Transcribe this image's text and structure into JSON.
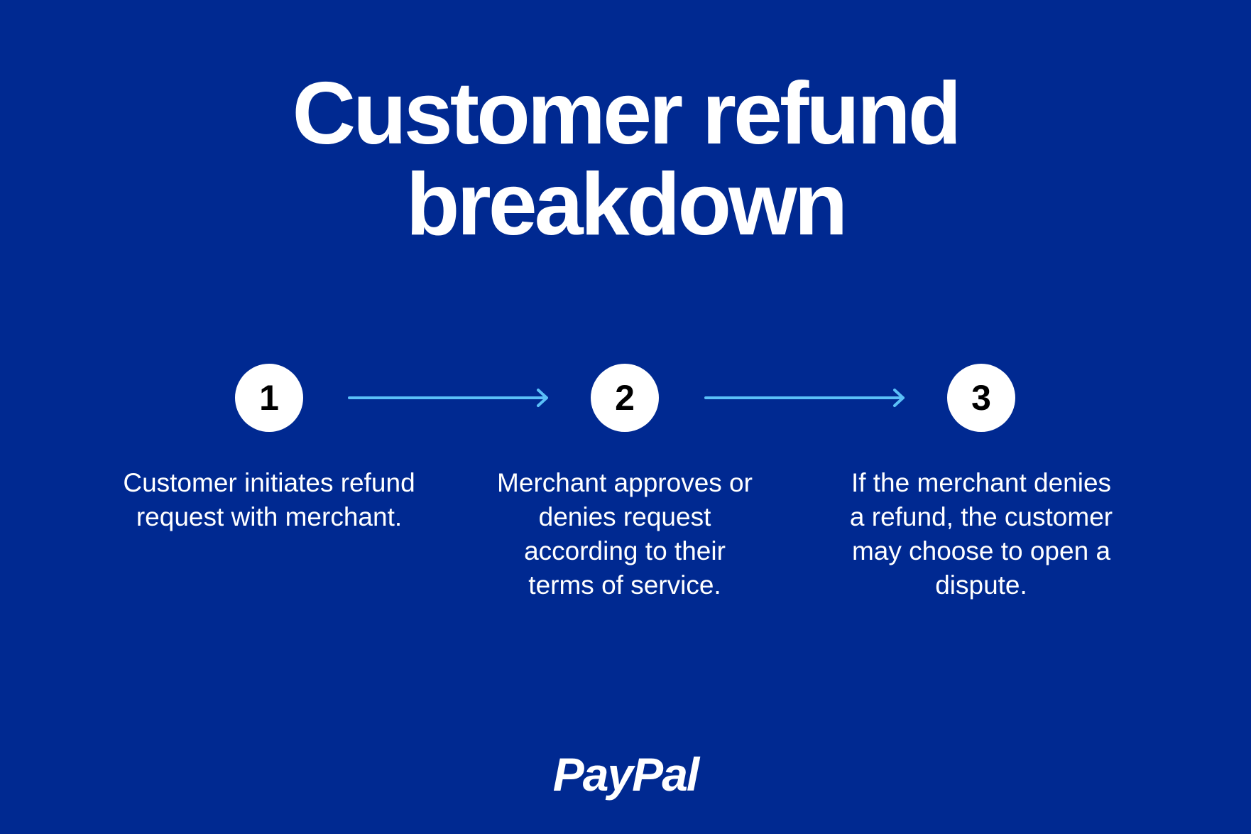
{
  "title": {
    "line1": "Customer refund",
    "line2": "breakdown"
  },
  "steps": [
    {
      "number": "1",
      "text": "Customer initiates refund request with merchant."
    },
    {
      "number": "2",
      "text": "Merchant approves or denies request according to their terms of service."
    },
    {
      "number": "3",
      "text": "If the merchant denies a refund, the customer may choose to open a dispute."
    }
  ],
  "logo": "PayPal",
  "colors": {
    "background": "#002991",
    "arrow": "#5BC0F8"
  }
}
